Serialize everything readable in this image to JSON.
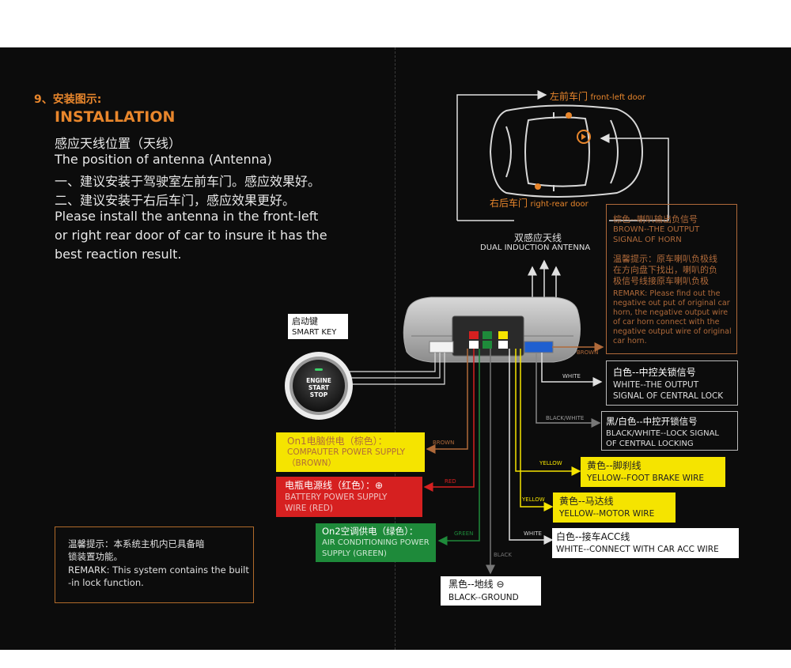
{
  "left": {
    "heading_cn": "9、安装图示:",
    "heading_en": "INSTALLATION",
    "intro_lines": [
      "感应天线位置（天线）",
      "The position of antenna (Antenna)",
      "一、建议安装于驾驶室左前车门。感应效果好。",
      "二、建议安装于右后车门，感应效果更好。",
      "Please install the antenna in the front-left",
      "or right rear door of car to insure it has the",
      "best reaction result."
    ],
    "remark_lines": [
      "温馨提示：本系统主机内已具备暗",
      "锁装置功能。",
      "REMARK: This system contains the built",
      "-in lock function."
    ]
  },
  "car": {
    "front_left_cn": "左前车门",
    "front_left_en": "front-left door",
    "right_rear_cn": "右后车门",
    "right_rear_en": "right-rear door",
    "antenna_cn": "双感应天线",
    "antenna_en": "DUAL INDUCTION ANTENNA"
  },
  "smart_key": {
    "label_cn": "启动键",
    "label_en": "SMART KEY",
    "button_lines": [
      "ENGINE",
      "START",
      "STOP"
    ]
  },
  "horn_box": {
    "lines": [
      "棕色--喇叭输出负信号",
      "BROWN--THE OUTPUT",
      "SIGNAL OF HORN",
      "温馨提示：原车喇叭负极线",
      "在方向盘下找出，喇叭的负",
      "极信号线接原车喇叭负极",
      "REMARK: Please find out the",
      "negative out put of original car",
      "horn, the negative output wire",
      "of car horn connect with the",
      "negative output wire of original",
      "car horn."
    ]
  },
  "wire_tags": {
    "brown_horn": "BROWN",
    "white_lock": "WHITE",
    "black_white": "BLACK/WHITE",
    "brown_power": "BROWN",
    "red": "RED",
    "green": "GREEN",
    "black": "BLACK",
    "yellow_brake": "YELLOW",
    "yellow_motor": "YELLOW",
    "white_acc": "WHITE"
  },
  "boxes": {
    "central_lock": [
      "白色--中控关锁信号",
      "WHITE--THE OUTPUT",
      "SIGNAL OF CENTRAL LOCK"
    ],
    "unlock": [
      "黑/白色--中控开锁信号",
      "BLACK/WHITE--LOCK SIGNAL",
      "OF CENTRAL LOCKING"
    ],
    "brown_power": [
      "On1电脑供电（棕色）：",
      "COMPAUTER POWER SUPPLY",
      "（BROWN）"
    ],
    "red_power": [
      "电瓶电源线（红色）：⊕",
      "BATTERY POWER SUPPLY",
      "WIRE (RED)"
    ],
    "green_power": [
      "On2空调供电（绿色）：",
      "AIR CONDITIONING POWER",
      "SUPPLY (GREEN)"
    ],
    "brake": [
      "黄色--脚刹线",
      "YELLOW--FOOT BRAKE WIRE"
    ],
    "motor": [
      "黄色--马达线",
      "YELLOW--MOTOR WIRE"
    ],
    "acc": [
      "白色--接车ACC线",
      "WHITE--CONNECT WITH CAR ACC WIRE"
    ],
    "ground": [
      "黑色--地线 ⊖",
      "BLACK--GROUND"
    ]
  },
  "colors": {
    "orange": "#e8862c",
    "brown": "#b06a3a",
    "red": "#d62020",
    "green": "#1e8a3a",
    "yellow": "#f5e400",
    "white": "#ffffff",
    "black": "#555555",
    "blue": "#1f5fd0"
  }
}
